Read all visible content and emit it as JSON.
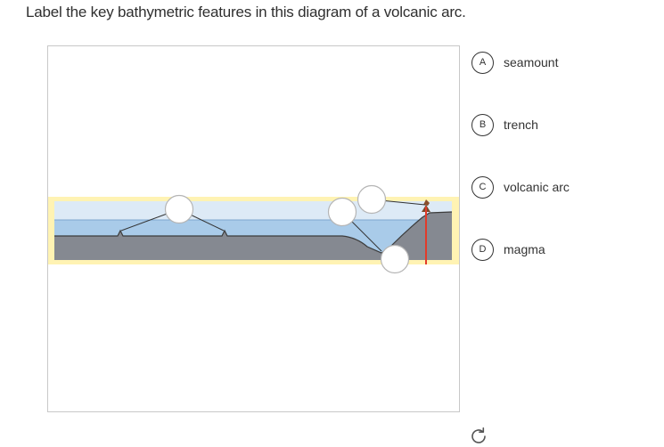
{
  "question": {
    "text": "Label the key bathymetric features in this diagram of a volcanic arc."
  },
  "options": [
    {
      "letter": "A",
      "label": "seamount"
    },
    {
      "letter": "B",
      "label": "trench"
    },
    {
      "letter": "C",
      "label": "volcanic arc"
    },
    {
      "letter": "D",
      "label": "magma"
    }
  ],
  "diagram": {
    "drop_zones": 4,
    "colors": {
      "frame": "#fff3b3",
      "sky": "#ddeaf6",
      "ocean": "#a9cbe9",
      "crust": "#858991",
      "magma": "#e23b2a",
      "volcano": "#7a4a2a"
    }
  }
}
